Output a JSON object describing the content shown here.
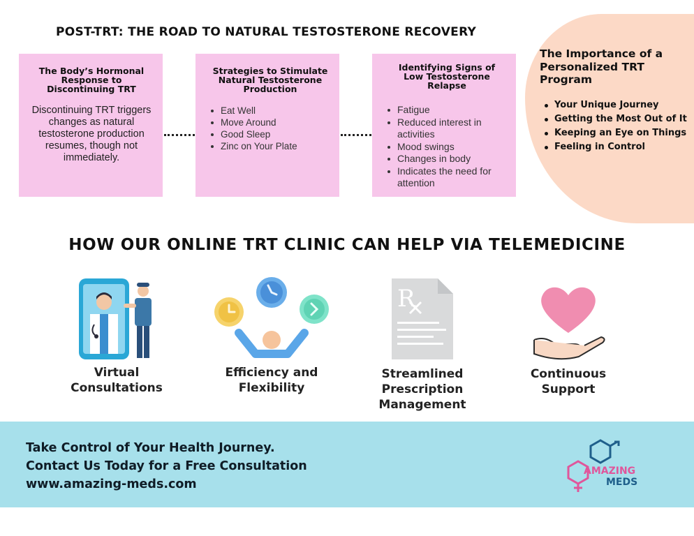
{
  "title": "POST-TRT: THE ROAD TO NATURAL TESTOSTERONE RECOVERY",
  "cards": [
    {
      "title": "The Body’s Hormonal Response to Discontinuing TRT",
      "body": "Discontinuing TRT triggers changes as natural testosterone production resumes, though not immediately."
    },
    {
      "title": "Strategies to Stimulate Natural Testosterone Production",
      "items": [
        "Eat Well",
        "Move Around",
        "Good Sleep",
        "Zinc on Your Plate"
      ]
    },
    {
      "title": "Identifying Signs of Low Testosterone Relapse",
      "items": [
        "Fatigue",
        "Reduced interest in activities",
        "Mood swings",
        "Changes in body",
        "Indicates the need for attention"
      ]
    }
  ],
  "side": {
    "title": "The Importance of a Personalized TRT Program",
    "items": [
      "Your Unique Journey",
      "Getting the Most Out of It",
      "Keeping an Eye on Things",
      "Feeling in Control"
    ]
  },
  "section_title": "HOW OUR ONLINE TRT CLINIC CAN HELP VIA TELEMEDICINE",
  "features": [
    {
      "label": "Virtual Consultations",
      "icon": "doctor-phone-icon"
    },
    {
      "label": "Efficiency and Flexibility",
      "icon": "juggling-clocks-icon"
    },
    {
      "label": "Streamlined Prescription Management",
      "icon": "prescription-icon"
    },
    {
      "label": "Continuous Support",
      "icon": "heart-hand-icon"
    }
  ],
  "footer": {
    "line1": "Take Control of Your Health Journey.",
    "line2": "Contact Us Today for a Free Consultation",
    "line3": "www.amazing-meds.com"
  },
  "logo": {
    "word1": "AMAZING",
    "word2": "MEDS"
  },
  "colors": {
    "card": "#f7c6ea",
    "blob": "#fcd9c6",
    "footer": "#a7e0eb",
    "logo_blue": "#1f5f8b",
    "logo_pink": "#e0569b"
  }
}
